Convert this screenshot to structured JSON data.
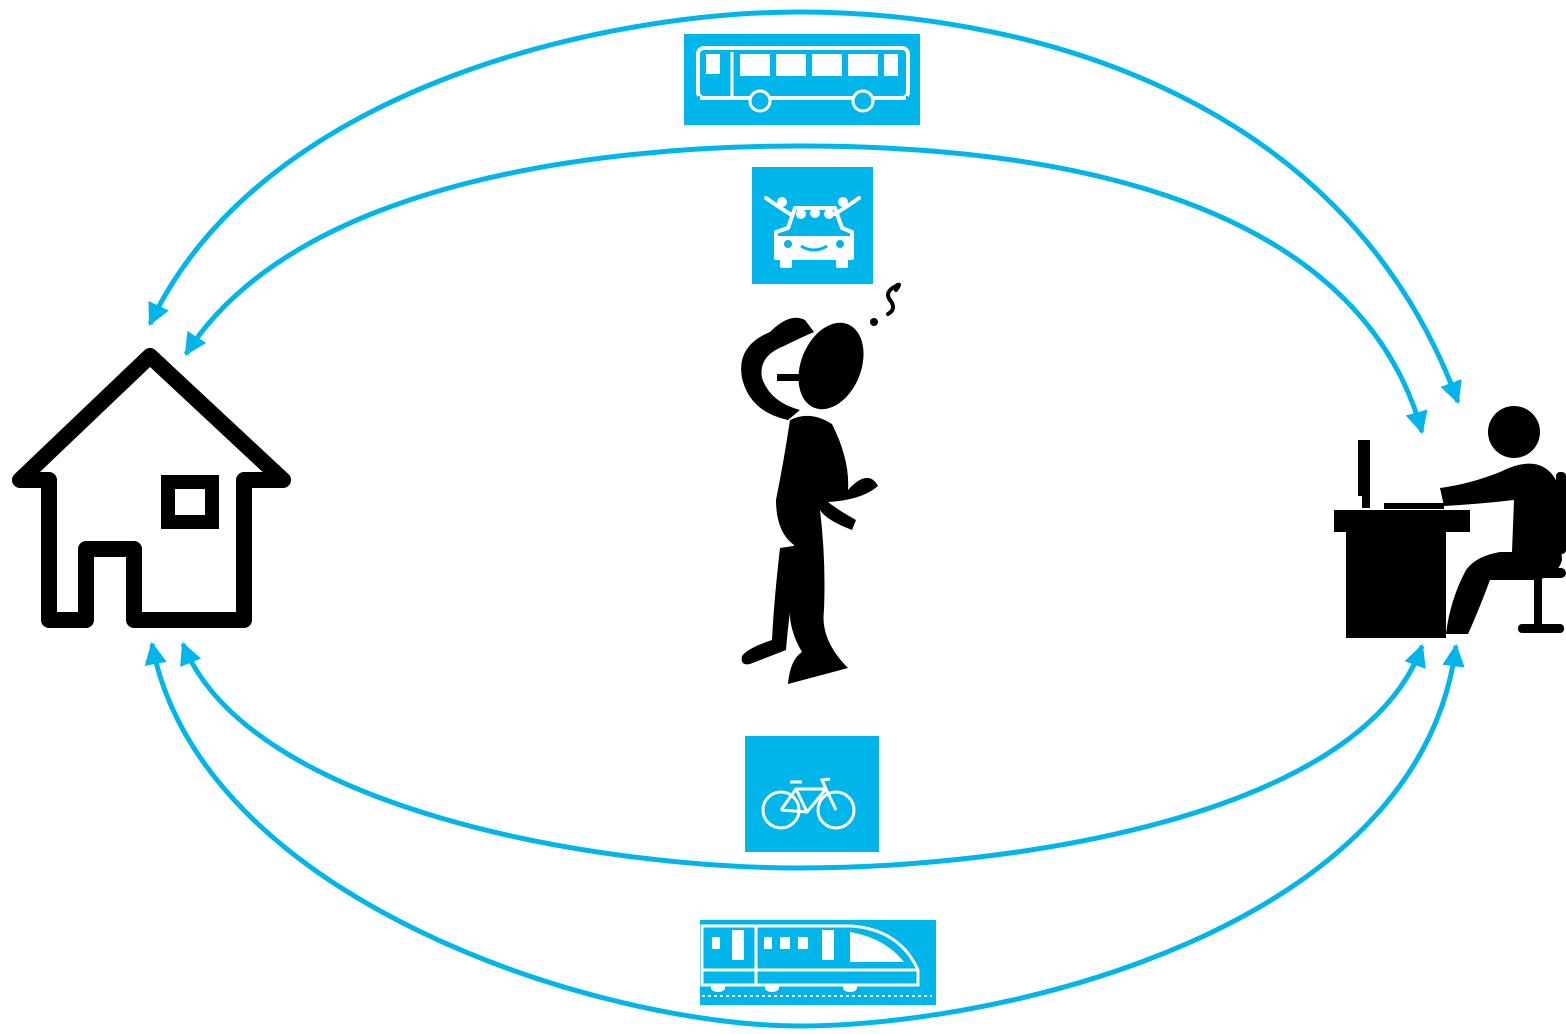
{
  "diagram": {
    "nodes": [
      {
        "id": "home",
        "icon": "house-icon"
      },
      {
        "id": "work",
        "icon": "person-at-desk-icon"
      },
      {
        "id": "commuter",
        "icon": "thinking-person-icon"
      }
    ],
    "modes": [
      {
        "id": "bus",
        "icon": "bus-icon"
      },
      {
        "id": "carpool",
        "icon": "carpool-icon"
      },
      {
        "id": "bicycle",
        "icon": "bicycle-icon"
      },
      {
        "id": "train",
        "icon": "train-icon"
      }
    ],
    "connections": [
      {
        "from": "home",
        "to": "work",
        "mode": "bus",
        "bidirectional": true
      },
      {
        "from": "home",
        "to": "work",
        "mode": "carpool",
        "bidirectional": true
      },
      {
        "from": "home",
        "to": "work",
        "mode": "bicycle",
        "bidirectional": true
      },
      {
        "from": "home",
        "to": "work",
        "mode": "train",
        "bidirectional": true
      }
    ],
    "colors": {
      "accent": "#00b5e9",
      "icon": "#000000",
      "background": "#ffffff"
    }
  }
}
